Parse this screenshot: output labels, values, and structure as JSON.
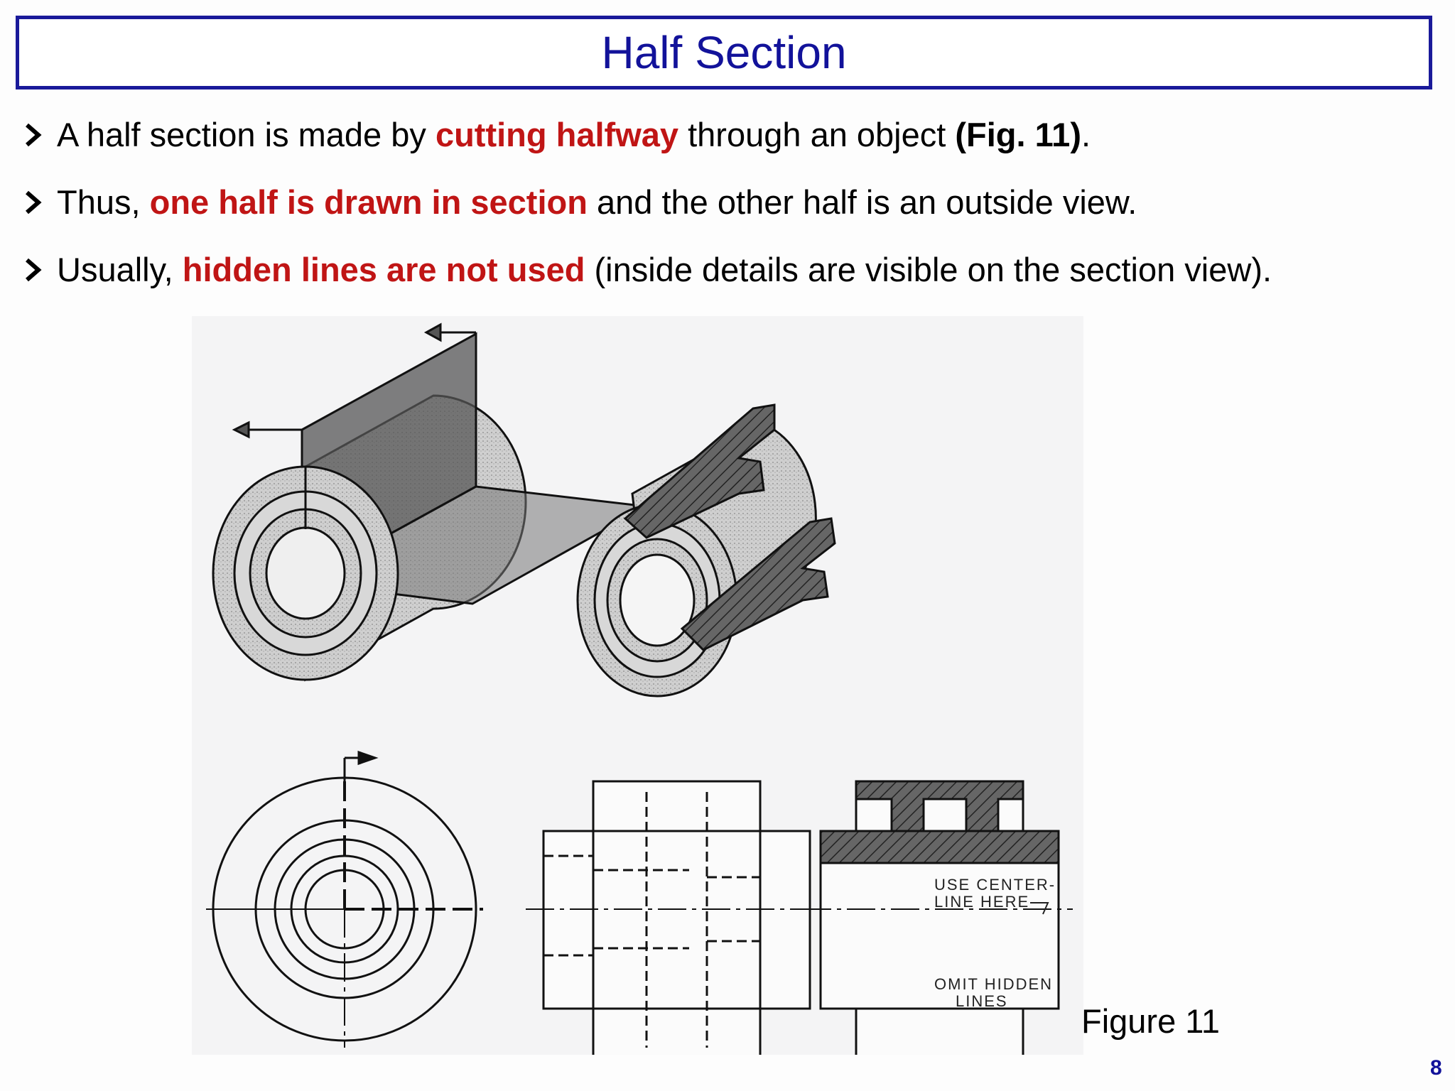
{
  "slide": {
    "title": "Half Section",
    "bullets": [
      {
        "t1": "A half section is made by ",
        "red": "cutting halfway",
        "t2": " through an object ",
        "bold": "(Fig. 11)",
        "t3": "."
      },
      {
        "t1": "Thus, ",
        "red": "one half is drawn in section",
        "t2": " and the other half is an outside view."
      },
      {
        "t1": "Usually, ",
        "red": "hidden lines are not used",
        "t2": " (inside details are visible on the section view)."
      }
    ],
    "figure": {
      "note1_line1": "USE CENTER-",
      "note1_line2": "LINE HERE",
      "note2_line1": "OMIT HIDDEN",
      "note2_line2": "LINES"
    },
    "figure_caption": "Figure 11",
    "page_number": "8"
  },
  "colors": {
    "title_blue": "#12129a",
    "title_border": "#1a1a9a",
    "emphasis_red": "#c01515"
  }
}
